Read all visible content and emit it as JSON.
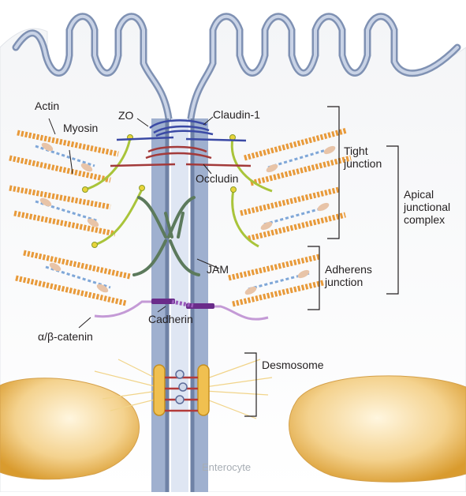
{
  "labels": {
    "actin": "Actin",
    "myosin": "Myosin",
    "zo": "ZO",
    "claudin": "Claudin-1",
    "occludin": "Occludin",
    "jam": "JAM",
    "cadherin": "Cadherin",
    "catenin": "α/β-catenin",
    "tight_junction": "Tight\njunction",
    "adherens_junction": "Adherens\njunction",
    "apical_complex": "Apical\njunctional\ncomplex",
    "desmosome": "Desmosome",
    "enterocyte": "Enterocyte"
  },
  "colors": {
    "membrane": "#7f91b3",
    "membrane_fill": "#c9d3e6",
    "actin": "#e89a3a",
    "myosin_head": "#e8c4a8",
    "zo_claudin": "#3b4aa5",
    "occludin": "#a33a3a",
    "jam": "#5c7a5c",
    "linker": "#a9c43a",
    "cadherin": "#6a2c8a",
    "nucleus": "#e6b357",
    "bracket": "#231f20"
  }
}
